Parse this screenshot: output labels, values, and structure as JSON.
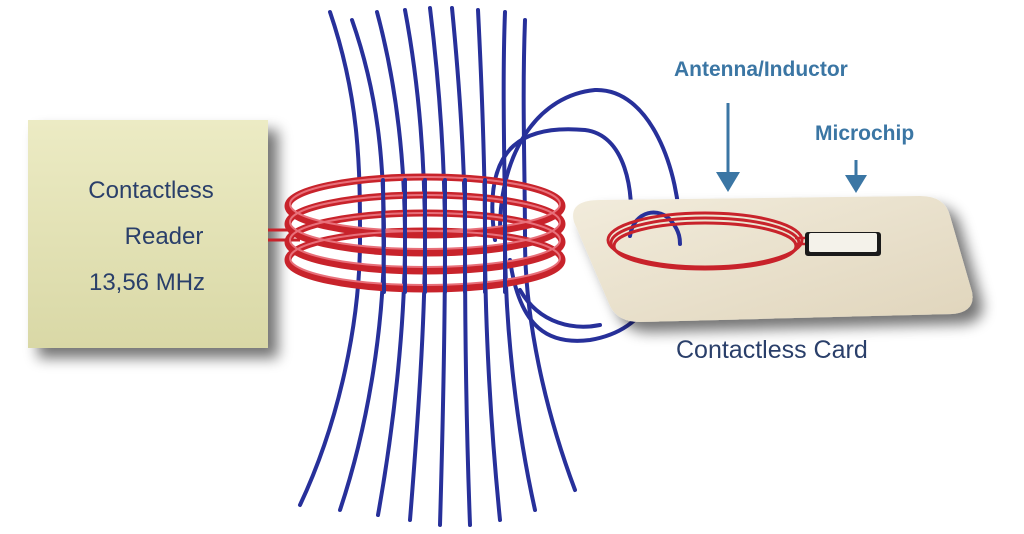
{
  "reader": {
    "line1": "Contactless",
    "line2": "Reader",
    "line3": "13,56 MHz"
  },
  "labels": {
    "antenna": "Antenna/Inductor",
    "microchip": "Microchip",
    "card": "Contactless Card"
  },
  "colors": {
    "coil": "#c8232b",
    "field_lines": "#27309a",
    "reader_box": "#e4e4b6",
    "card": "#ece4d0",
    "arrow": "#3b76a4",
    "label_text": "#2a3f6a"
  }
}
